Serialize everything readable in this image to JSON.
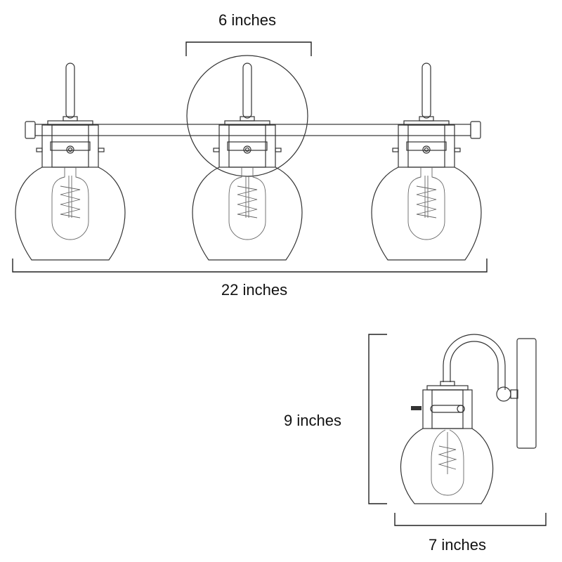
{
  "dimensions": {
    "backplate_width": "6 inches",
    "overall_width": "22 inches",
    "height": "9 inches",
    "depth": "7 inches"
  }
}
